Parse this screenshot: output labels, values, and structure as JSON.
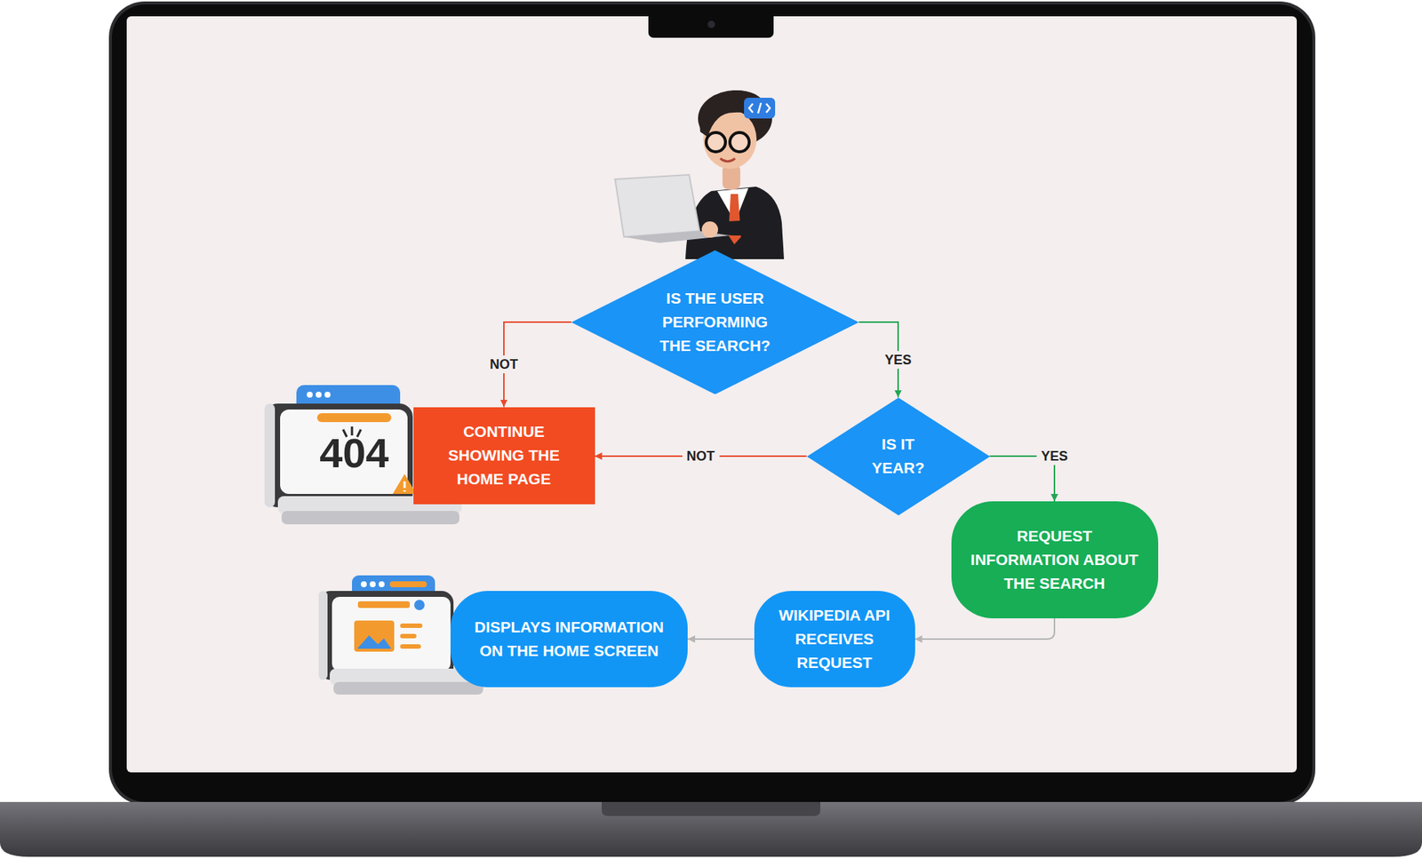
{
  "diagram": {
    "nodes": [
      {
        "text": [
          "IS THE USER PERFORMING THE SEARCH?"
        ]
      },
      {
        "text": [
          "CONTINUE SHOWING THE HOME PAGE"
        ]
      },
      {
        "text": [
          "IS IT YEAR?"
        ]
      },
      {
        "text": [
          "REQUEST INFORMATION ABOUT THE SEARCH"
        ]
      },
      {
        "text": [
          "DISPLAYS INFORMATION ON THE HOME SCREEN"
        ]
      },
      {
        "text": [
          "WIKIPEDIA API RECEIVES REQUEST"
        ]
      }
    ],
    "edges": [
      {
        "from": 0,
        "to": 1,
        "label": "NOT",
        "arrow": "to"
      },
      {
        "from": 0,
        "to": 2,
        "label": "YES",
        "arrow": "to"
      },
      {
        "from": 2,
        "to": 1,
        "label": "NOT",
        "arrow": "to"
      },
      {
        "from": 2,
        "to": 3,
        "label": "YES",
        "arrow": "to"
      },
      {
        "from": 3,
        "to": 5,
        "arrow": "to"
      },
      {
        "from": 5,
        "to": 4,
        "arrow": "to"
      }
    ],
    "labels": [
      "404"
    ]
  }
}
